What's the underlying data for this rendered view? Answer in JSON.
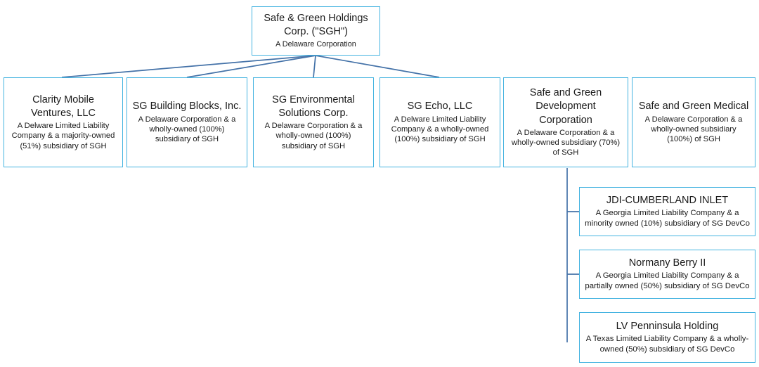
{
  "chart": {
    "type": "org-chart",
    "title_visible": false,
    "colors": {
      "box_border": "#43b3e0",
      "connector_line": "#4472a8",
      "background": "#ffffff",
      "text": "#1a1a1a"
    }
  },
  "root": {
    "name": "root-company",
    "title": "Safe & Green Holdings\nCorp. (\"SGH\")",
    "description": "A Delaware Corporation"
  },
  "level1": [
    {
      "name": "clarity-mobile-ventures",
      "title": "Clarity Mobile\nVentures, LLC",
      "description": "A Delware Limited Liability Company & a majority-owned (51%) subsidiary of SGH"
    },
    {
      "name": "sg-building-blocks",
      "title": "SG Building Blocks, Inc.",
      "description": "A Delaware Corporation & a wholly-owned (100%) subsidiary of SGH"
    },
    {
      "name": "sg-environmental-solutions",
      "title": "SG Environmental\nSolutions Corp.",
      "description": "A Delaware Corporation & a wholly-owned (100%) subsidiary of SGH"
    },
    {
      "name": "sg-echo",
      "title": "SG Echo, LLC",
      "description": "A Delware Limited Liability Company & a wholly-owned (100%) subsidiary of SGH"
    },
    {
      "name": "safe-and-green-development",
      "title": "Safe and Green\nDevelopment\nCorporation",
      "description": "A Delaware Corporation & a wholly-owned subsidiary (70%) of SGH"
    },
    {
      "name": "safe-and-green-medical",
      "title": "Safe and Green Medical",
      "description": "A Delaware Corporation & a wholly-owned subsidiary (100%) of SGH"
    }
  ],
  "level2": [
    {
      "name": "jdi-cumberland-inlet",
      "title": "JDI-CUMBERLAND INLET",
      "description": "A Georgia Limited Liability Company & a minority owned (10%) subsidiary of SG DevCo"
    },
    {
      "name": "normany-berry-ii",
      "title": "Normany Berry II",
      "description": "A Georgia Limited Liability Company & a partially owned (50%) subsidiary of SG DevCo"
    },
    {
      "name": "lv-penninsula-holding",
      "title": "LV Penninsula Holding",
      "description": "A Texas Limited Liability Company & a wholly-owned (50%) subsidiary of SG DevCo"
    }
  ]
}
